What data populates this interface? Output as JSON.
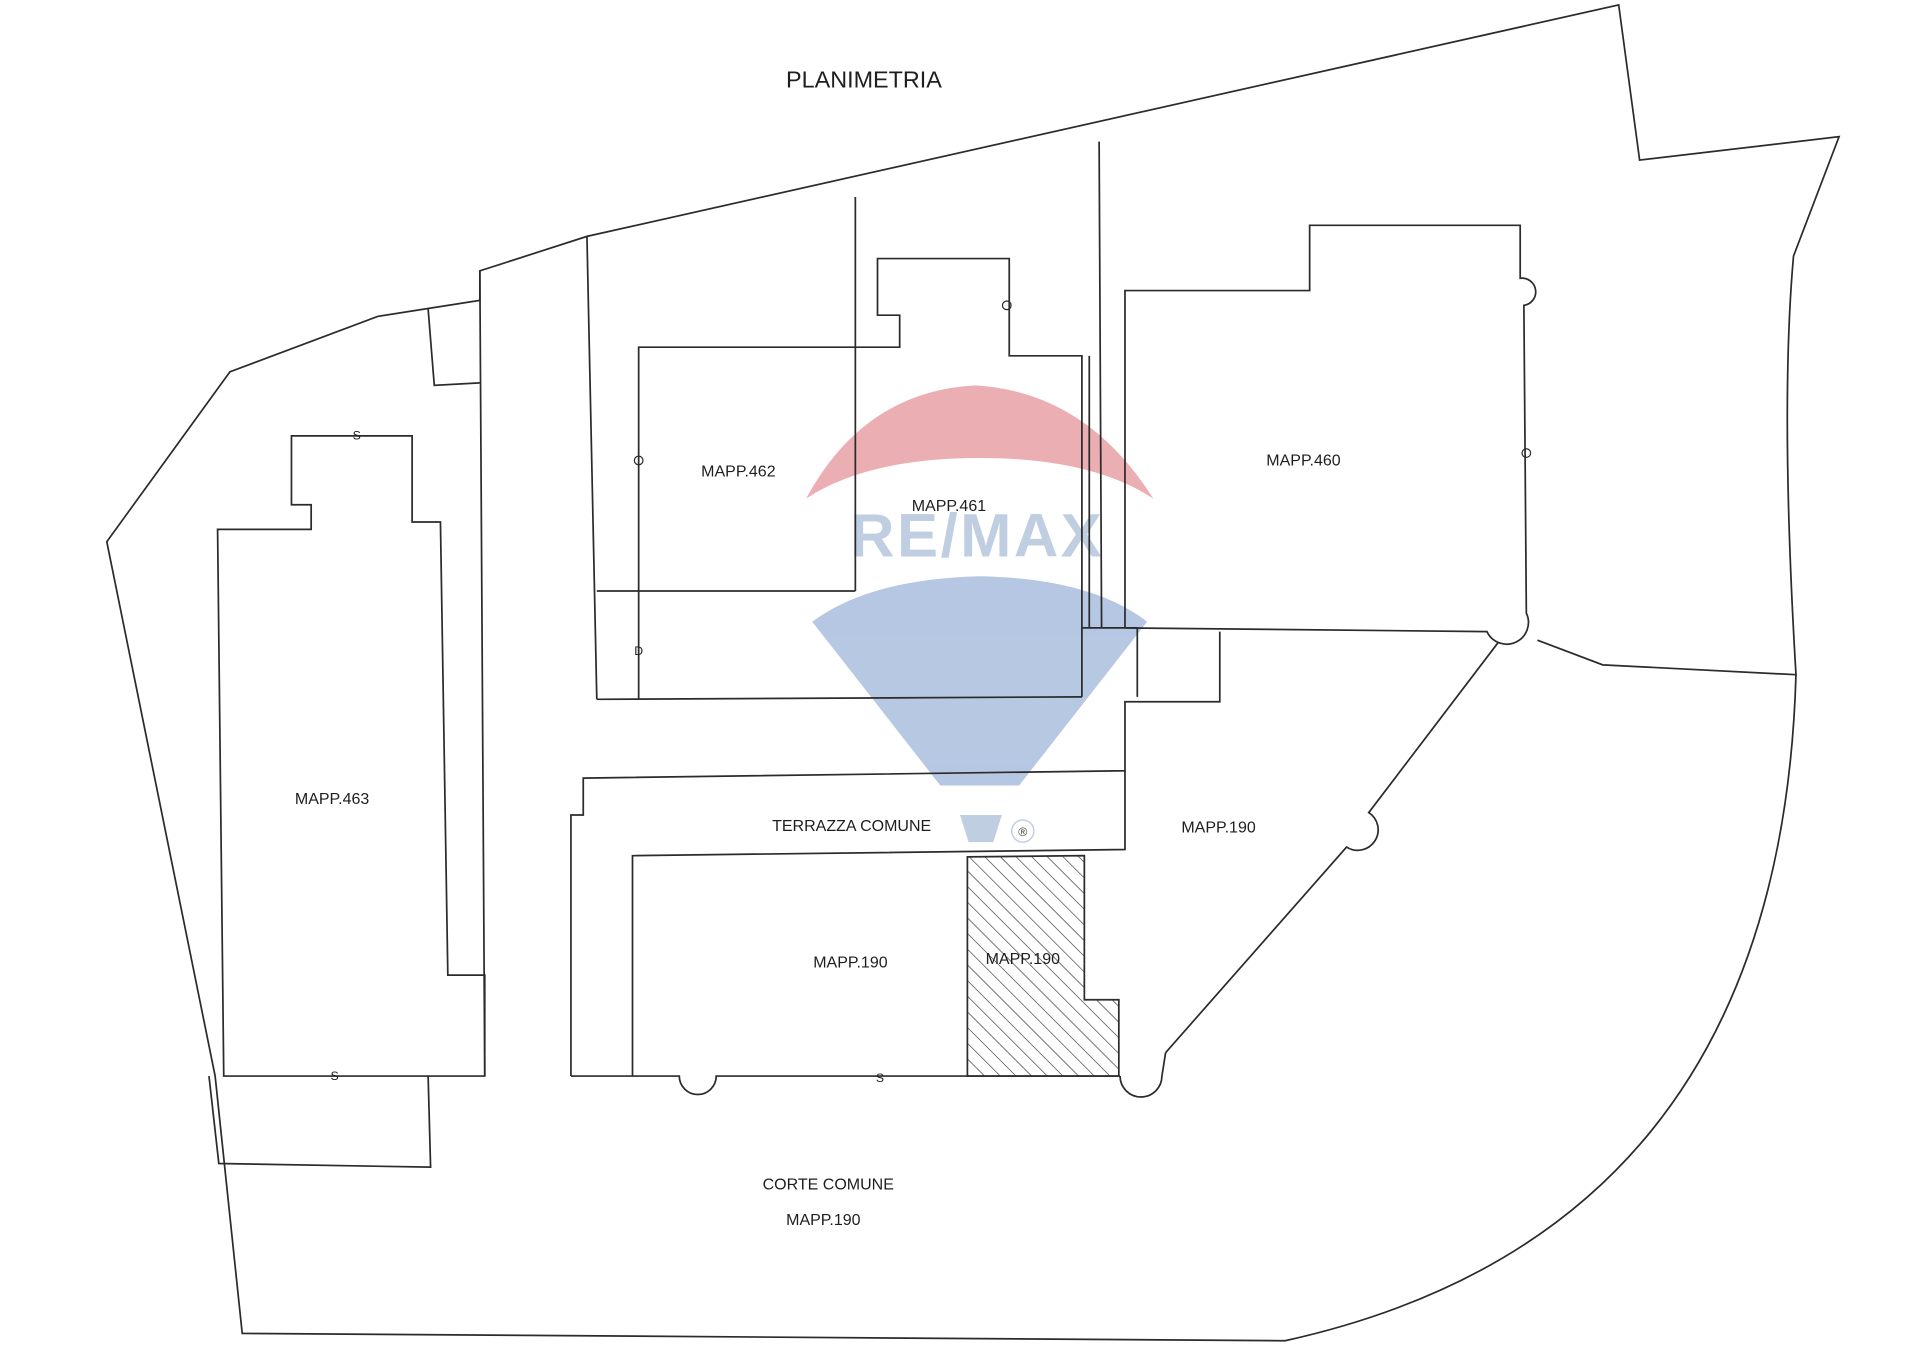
{
  "title": "PLANIMETRIA",
  "labels": {
    "mapp_462": "MAPP.462",
    "mapp_461": "MAPP.461",
    "mapp_460": "MAPP.460",
    "mapp_463": "MAPP.463",
    "terrazza": "TERRAZZA COMUNE",
    "mapp_190_east": "MAPP.190",
    "mapp_190_unit": "MAPP.190",
    "mapp_190_hatched": "MAPP.190",
    "corte_comune": "CORTE COMUNE",
    "corte_mapp": "MAPP.190"
  },
  "markers": {
    "s": "S",
    "d": "D"
  },
  "watermark": {
    "text": "RE/MAX",
    "registered": "®",
    "colors": {
      "red": "#e8a0a6",
      "blue": "#a9bedd",
      "text": "#b6c6de"
    }
  },
  "colors": {
    "line": "#2b2b2b",
    "background": "#ffffff"
  }
}
